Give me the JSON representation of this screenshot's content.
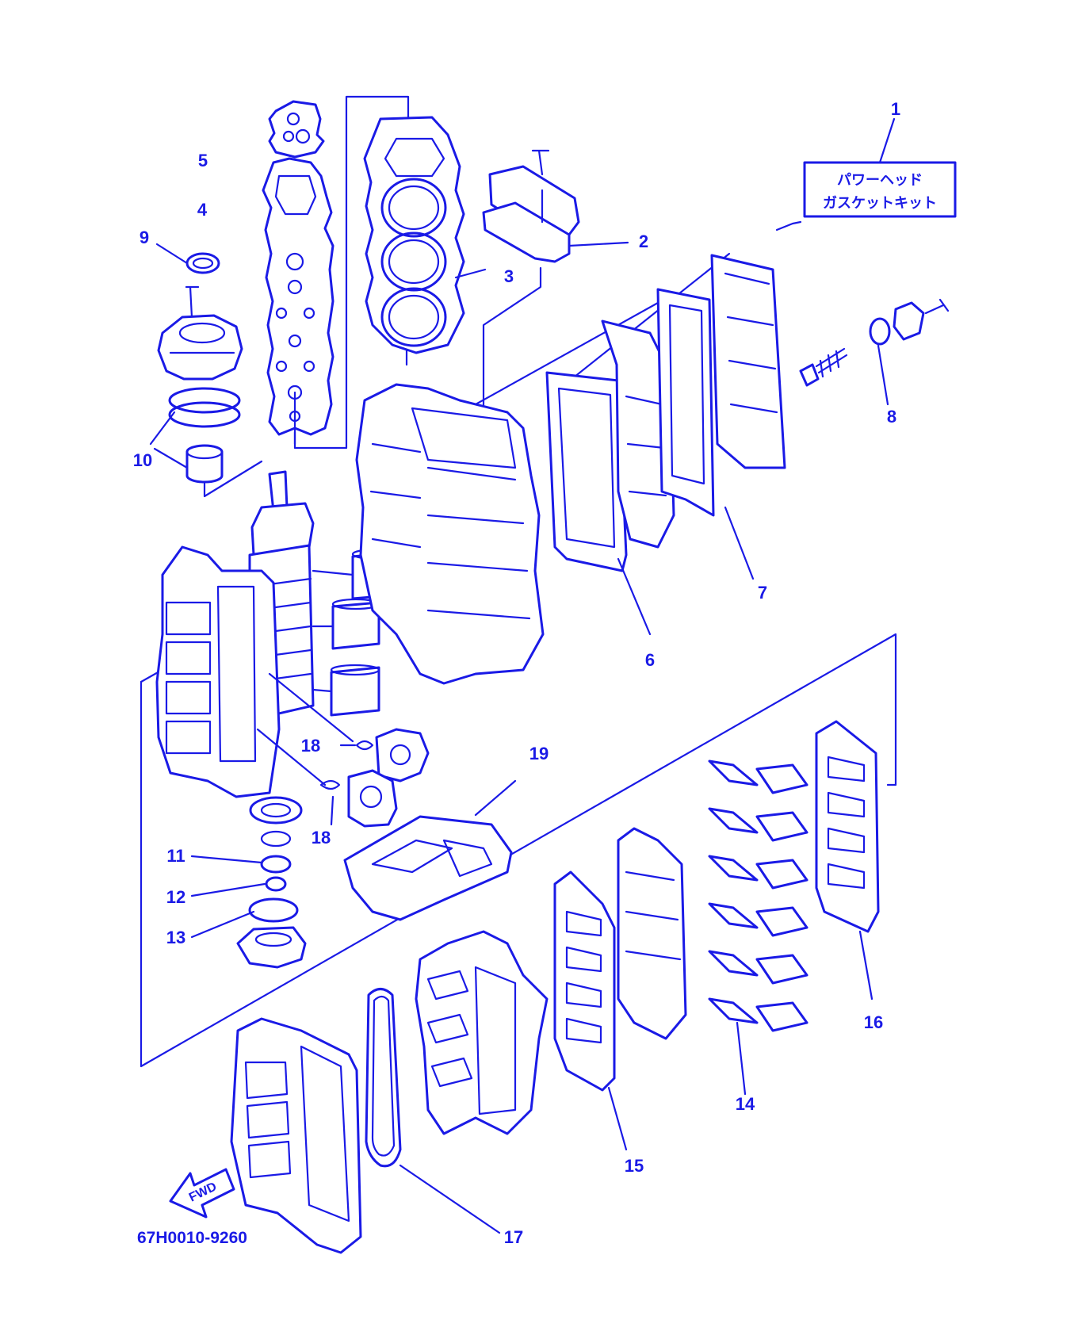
{
  "diagram": {
    "kit_label": {
      "line1": "パワーヘッド",
      "line2": "ガスケットキット"
    },
    "part_code": "67H0010-9260",
    "fwd_label": "FWD",
    "callouts": [
      "1",
      "2",
      "3",
      "4",
      "5",
      "6",
      "7",
      "8",
      "9",
      "10",
      "11",
      "12",
      "13",
      "14",
      "15",
      "16",
      "17",
      "18",
      "18",
      "19"
    ],
    "line_color": "#1a1ae6"
  }
}
